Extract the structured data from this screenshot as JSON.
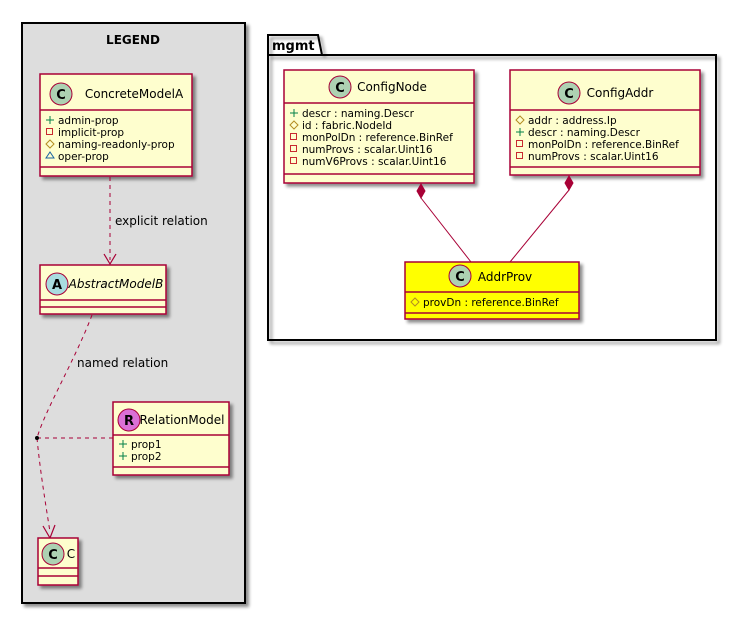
{
  "legend": {
    "title": "LEGEND",
    "concrete_model": {
      "stereotype": "C",
      "name": "ConcreteModelA",
      "props": [
        {
          "vis": "+",
          "text": "admin-prop"
        },
        {
          "vis": "-",
          "text": "implicit-prop"
        },
        {
          "vis": "#",
          "text": "naming-readonly-prop"
        },
        {
          "vis": "~",
          "text": "oper-prop"
        }
      ]
    },
    "abstract_model": {
      "stereotype": "A",
      "name": "AbstractModelB"
    },
    "relation_model": {
      "stereotype": "R",
      "name": "RelationModel",
      "props": [
        {
          "vis": "+",
          "text": "prop1"
        },
        {
          "vis": "+",
          "text": "prop2"
        }
      ]
    },
    "class_c": {
      "stereotype": "C",
      "name": "C"
    },
    "explicit_relation_label": "explicit relation",
    "named_relation_label": "named relation"
  },
  "package": {
    "name": "mgmt",
    "config_node": {
      "stereotype": "C",
      "name": "ConfigNode",
      "props": [
        {
          "vis": "+",
          "text": "descr : naming.Descr"
        },
        {
          "vis": "#",
          "text": "id : fabric.NodeId"
        },
        {
          "vis": "-",
          "text": "monPolDn : reference.BinRef"
        },
        {
          "vis": "-",
          "text": "numProvs : scalar.Uint16"
        },
        {
          "vis": "-",
          "text": "numV6Provs : scalar.Uint16"
        }
      ]
    },
    "config_addr": {
      "stereotype": "C",
      "name": "ConfigAddr",
      "props": [
        {
          "vis": "#",
          "text": "addr : address.Ip"
        },
        {
          "vis": "+",
          "text": "descr : naming.Descr"
        },
        {
          "vis": "-",
          "text": "monPolDn : reference.BinRef"
        },
        {
          "vis": "-",
          "text": "numProvs : scalar.Uint16"
        }
      ]
    },
    "addr_prov": {
      "stereotype": "C",
      "name": "AddrProv",
      "props": [
        {
          "vis": "#",
          "text": "provDn : reference.BinRef"
        }
      ]
    }
  },
  "colors": {
    "class_fill": "#FEFECE",
    "class_border": "#A80036",
    "highlight_fill": "#FFFF00",
    "legend_fill": "#DDDDDD",
    "circle_c": "#ADD1B2",
    "circle_a": "#A9DCDF",
    "circle_r": "#DA70D6",
    "relation_line": "#A80036"
  }
}
